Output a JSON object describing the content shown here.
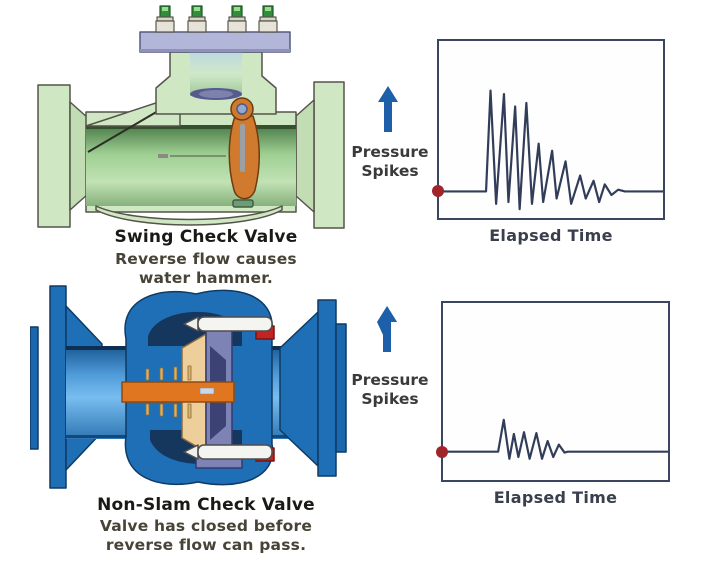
{
  "valves": {
    "swing": {
      "title": "Swing Check Valve",
      "caption": [
        "Reverse flow causes",
        "water hammer."
      ]
    },
    "nonslam": {
      "title": "Non-Slam Check Valve",
      "caption": [
        "Valve has closed  before",
        "reverse flow can pass."
      ]
    }
  },
  "chart_labels": {
    "ylabel_line1": "Pressure",
    "ylabel_line2": "Spikes",
    "xlabel": "Elapsed Time"
  },
  "chart_data": [
    {
      "type": "line",
      "name": "swing-check-pressure-trace",
      "title": "Pressure spikes after swing check valve slam (water hammer)",
      "xlabel": "Elapsed Time",
      "ylabel": "Pressure Spikes",
      "axes": "qualitative, no numeric ticks, framed box plot",
      "grid": false,
      "legend": "none",
      "line_color": "#323e59",
      "frame_color": "#3a4560",
      "baseline_pct": 85,
      "start_marker": {
        "x_pct": 0,
        "y_pct": 85,
        "color": "#a1242b"
      },
      "points_pct": [
        [
          0,
          85
        ],
        [
          18.5,
          85
        ],
        [
          21,
          85
        ],
        [
          23,
          28
        ],
        [
          25.5,
          92
        ],
        [
          29,
          30
        ],
        [
          31,
          91
        ],
        [
          34,
          37
        ],
        [
          36,
          95
        ],
        [
          39,
          35
        ],
        [
          41.5,
          92
        ],
        [
          44.5,
          58
        ],
        [
          46.5,
          91
        ],
        [
          50.5,
          62
        ],
        [
          52.5,
          89
        ],
        [
          56.5,
          68
        ],
        [
          59,
          92
        ],
        [
          63,
          76
        ],
        [
          65.5,
          89
        ],
        [
          69,
          79
        ],
        [
          71.5,
          91
        ],
        [
          74,
          81
        ],
        [
          77,
          87
        ],
        [
          80,
          84
        ],
        [
          83,
          85
        ],
        [
          100,
          85
        ]
      ]
    },
    {
      "type": "line",
      "name": "non-slam-pressure-trace",
      "title": "Pressure spikes with non-slam check valve (minimal oscillation)",
      "xlabel": "Elapsed Time",
      "ylabel": "Pressure Spikes",
      "axes": "qualitative, no numeric ticks, framed box plot",
      "grid": false,
      "legend": "none",
      "line_color": "#323e59",
      "frame_color": "#3a4560",
      "baseline_pct": 84,
      "start_marker": {
        "x_pct": 0,
        "y_pct": 84,
        "color": "#a1242b"
      },
      "points_pct": [
        [
          0,
          84
        ],
        [
          22,
          84
        ],
        [
          24.5,
          84
        ],
        [
          27,
          66
        ],
        [
          29.5,
          88
        ],
        [
          31.5,
          74
        ],
        [
          33.5,
          87
        ],
        [
          36,
          73
        ],
        [
          38.5,
          88
        ],
        [
          41.5,
          73.5
        ],
        [
          44,
          88
        ],
        [
          46.5,
          78
        ],
        [
          49,
          87
        ],
        [
          51.5,
          80
        ],
        [
          54,
          84.5
        ],
        [
          55.5,
          84
        ],
        [
          100,
          84
        ]
      ]
    }
  ],
  "palette": {
    "swing_body_green": "#cfe7c2",
    "swing_bore_green": "#8fbc85",
    "bonnet_lavender": "#b2b6d8",
    "bolt_cap_green": "#2f8d3c",
    "flapper_orange": "#cf7a2e",
    "nonslam_body_blue": "#1e6fb6",
    "nonslam_cavity_navy": "#16375d",
    "disc_purple": "#7d83b5",
    "seat_tan": "#eecf9c",
    "shaft_orange": "#e0761f",
    "seal_red": "#c42323",
    "chart_frame": "#3a4560",
    "chart_line": "#323e59",
    "start_dot_red": "#a1242b",
    "arrow_blue": "#1d5fa8",
    "text_dark": "#2f2d28"
  }
}
